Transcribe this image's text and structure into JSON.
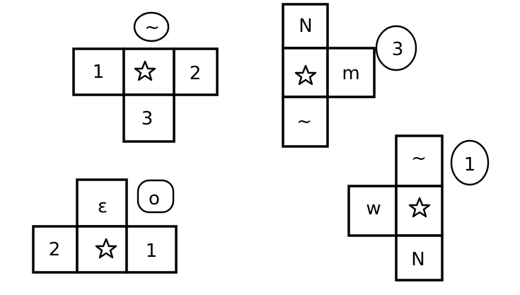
{
  "figures": [
    {
      "cells": [
        "1",
        "☆",
        "2",
        "3"
      ],
      "circled": "~"
    },
    {
      "cells": [
        "N",
        "☆",
        "m",
        "~"
      ],
      "circled": "3"
    },
    {
      "cells": [
        "ε",
        "2",
        "☆",
        "1"
      ],
      "circled": "o"
    },
    {
      "cells": [
        "~",
        "w",
        "☆",
        "N"
      ],
      "circled": "1"
    }
  ]
}
